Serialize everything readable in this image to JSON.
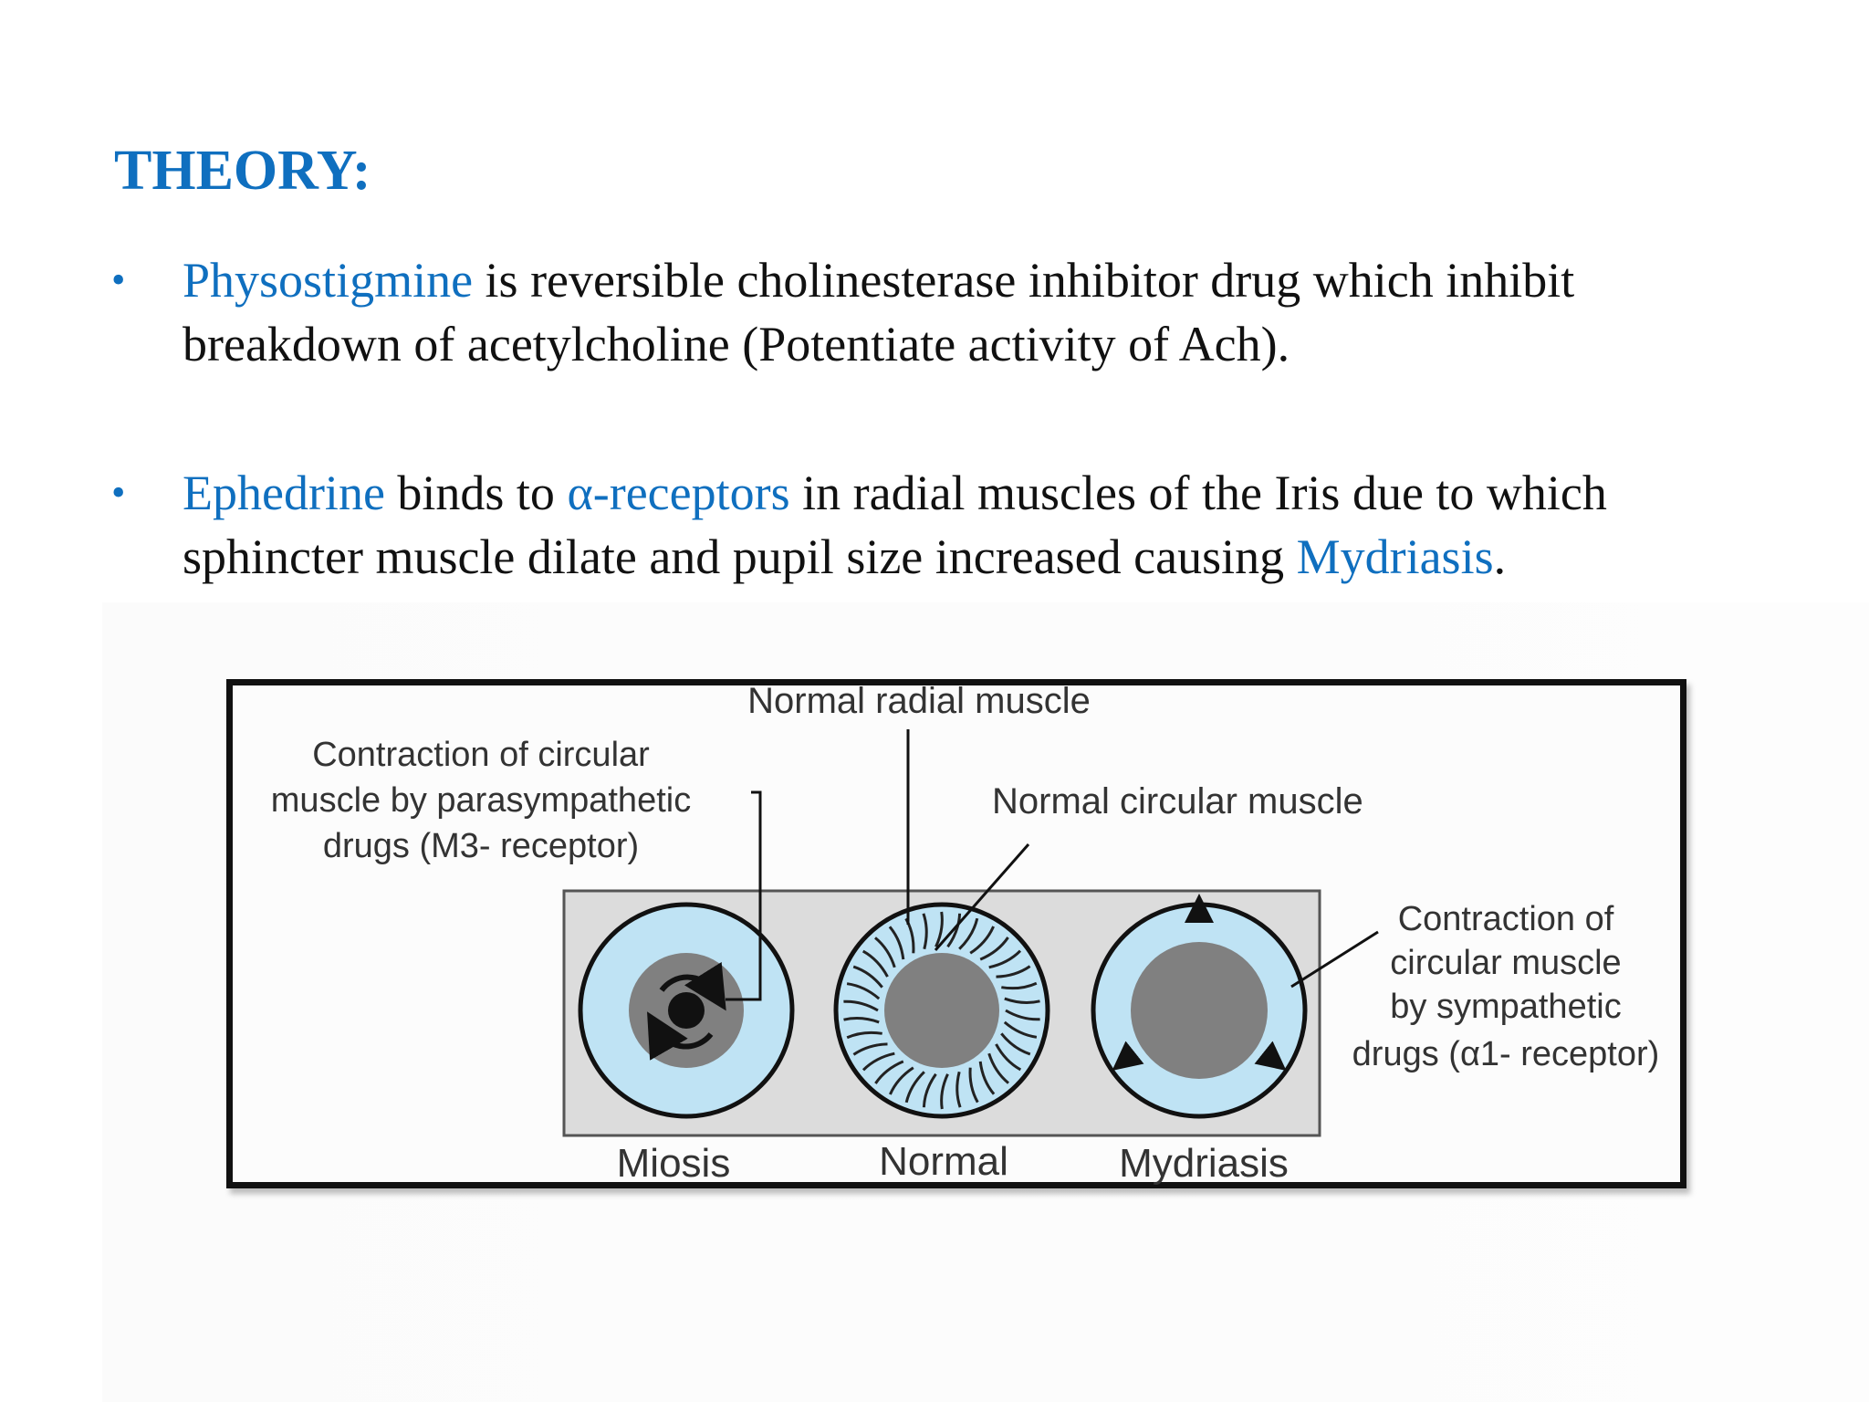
{
  "title": "THEORY:",
  "bullets": [
    {
      "marker": "•",
      "parts": [
        {
          "text": "Physostigmine",
          "highlight": true
        },
        {
          "text": " is reversible cholinesterase inhibitor drug which inhibit breakdown of acetylcholine (Potentiate activity of Ach).",
          "highlight": false
        }
      ]
    },
    {
      "marker": "•",
      "parts": [
        {
          "text": "Ephedrine",
          "highlight": true
        },
        {
          "text": " binds to ",
          "highlight": false
        },
        {
          "text": "α-receptors",
          "highlight": true
        },
        {
          "text": " in radial muscles of the Iris due to which sphincter muscle dilate and pupil size increased causing ",
          "highlight": false
        },
        {
          "text": "Mydriasis",
          "highlight": true
        },
        {
          "text": ".",
          "highlight": false
        }
      ]
    }
  ],
  "figure": {
    "top_label": "Normal radial muscle",
    "left_label": [
      "Contraction of circular",
      "muscle by parasympathetic",
      "drugs (M3- receptor)"
    ],
    "mid_label": "Normal circular muscle",
    "right_label": [
      "Contraction of",
      "circular muscle",
      "by sympathetic",
      "drugs (α1- receptor)"
    ],
    "eye_labels": [
      "Miosis",
      "Normal",
      "Mydriasis"
    ]
  },
  "colors": {
    "accent": "#0f6fbf",
    "iris": "#bfe3f4",
    "pupil": "#808080",
    "panel": "#dcdcdc"
  }
}
